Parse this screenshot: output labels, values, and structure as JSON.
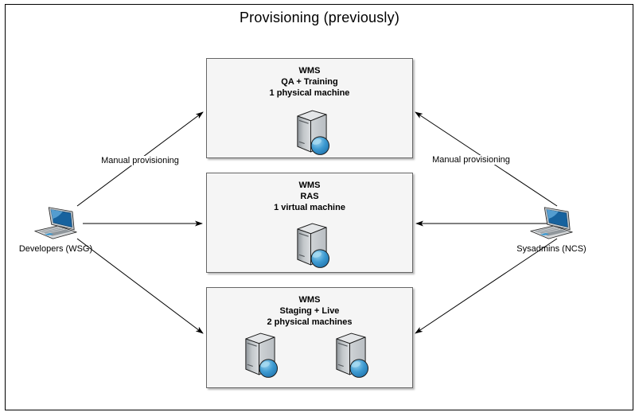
{
  "diagram": {
    "title": "Provisioning (previously)",
    "edge_labels": {
      "left": "Manual provisioning",
      "right": "Manual provisioning"
    },
    "actors": {
      "left": {
        "label": "Developers (WSG)",
        "icon": "laptop-icon"
      },
      "right": {
        "label": "Sysadmins (NCS)",
        "icon": "laptop-icon"
      }
    },
    "systems": [
      {
        "name": "WMS",
        "env": "QA + Training",
        "machines": "1 physical machine",
        "machine_count": 1,
        "icon": "server-icon"
      },
      {
        "name": "WMS",
        "env": "RAS",
        "machines": "1 virtual machine",
        "machine_count": 1,
        "icon": "server-icon"
      },
      {
        "name": "WMS",
        "env": "Staging + Live",
        "machines": "2 physical machines",
        "machine_count": 2,
        "icon": "server-icon"
      }
    ],
    "colors": {
      "box_fill": "#f5f5f5",
      "box_stroke": "#666666",
      "arrow": "#000000",
      "laptop_screen": "#17629e",
      "sphere_blue": "#3d9ad1",
      "frame": "#000000"
    }
  }
}
